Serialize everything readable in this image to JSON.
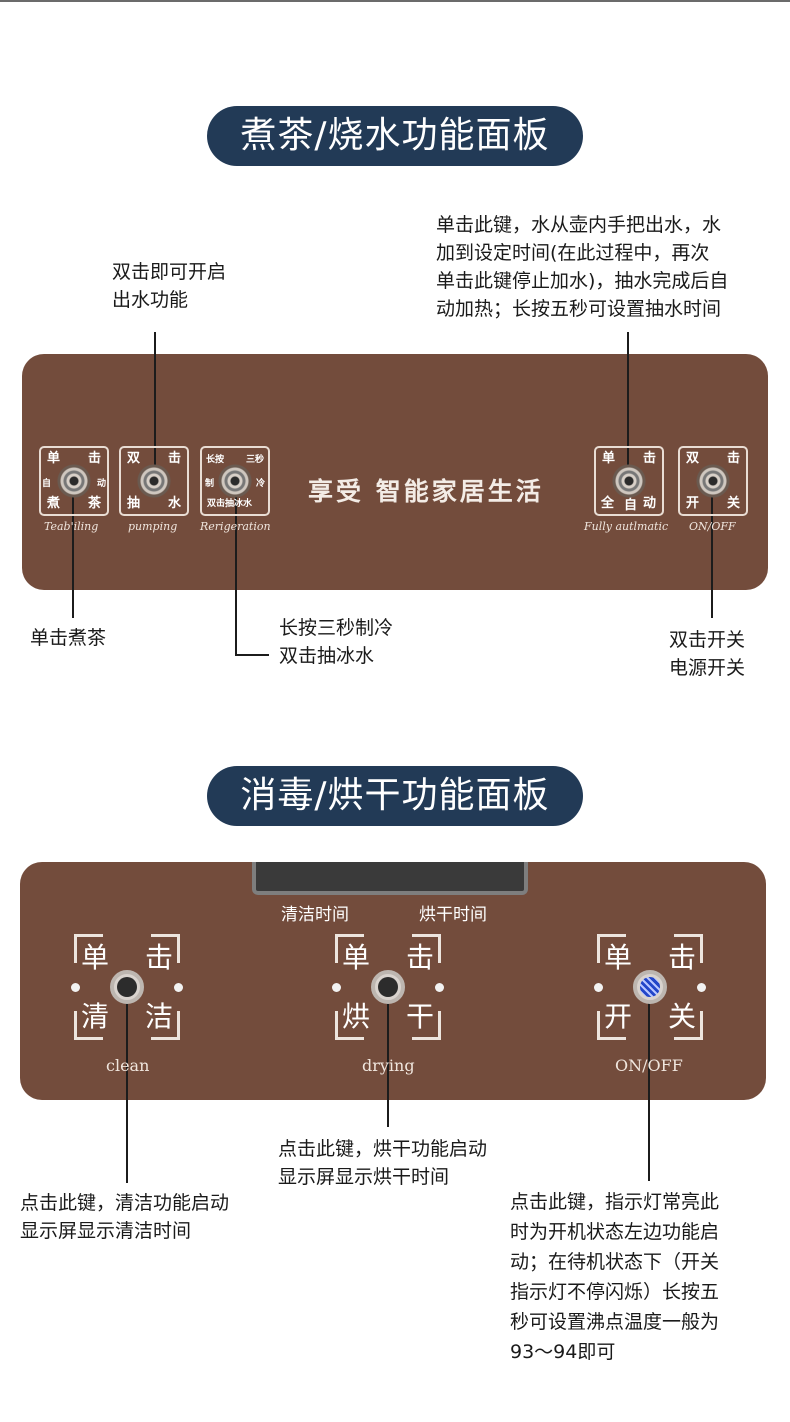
{
  "panel1": {
    "title": "煮茶/烧水功能面板",
    "brand": "享受 智能家居生活",
    "buttons": [
      {
        "tl": "单",
        "tr": "击",
        "ml": "自",
        "mr": "动",
        "bl": "煮",
        "br": "茶",
        "caption": "Teab'iling"
      },
      {
        "tl": "双",
        "tr": "击",
        "bl": "抽",
        "br": "水",
        "caption": "pumping"
      },
      {
        "tl": "长按",
        "tr": "三秒",
        "ml": "制",
        "mr": "冷",
        "bl": "双击抽冰水",
        "caption": "Rerigeration"
      },
      {
        "tl": "单",
        "tr": "击",
        "bl": "全",
        "bm": "自",
        "br": "动",
        "caption": "Fully autlmatic"
      },
      {
        "tl": "双",
        "tr": "击",
        "bl": "开",
        "br": "关",
        "caption": "ON/OFF"
      }
    ],
    "callouts": {
      "pumping": [
        "双击即可开启",
        "出水功能"
      ],
      "auto": [
        "单击此键，水从壶内手把出水，水",
        "加到设定时间(在此过程中，再次",
        "单击此键停止加水)，抽水完成后自",
        "动加热；长按五秒可设置抽水时间"
      ],
      "tea": [
        "单击煮茶"
      ],
      "cold": [
        "长按三秒制冷",
        "双击抽冰水"
      ],
      "power": [
        "双击开关",
        "电源开关"
      ]
    }
  },
  "panel2": {
    "title": "消毒/烘干功能面板",
    "display_labels": [
      "清洁时间",
      "烘干时间"
    ],
    "buttons": [
      {
        "tl": "单",
        "tr": "击",
        "bl": "清",
        "br": "洁",
        "caption": "clean"
      },
      {
        "tl": "单",
        "tr": "击",
        "bl": "烘",
        "br": "干",
        "caption": "drying"
      },
      {
        "tl": "单",
        "tr": "击",
        "bl": "开",
        "br": "关",
        "caption": "ON/OFF"
      }
    ],
    "callouts": {
      "clean": [
        "点击此键，清洁功能启动",
        "显示屏显示清洁时间"
      ],
      "drying": [
        "点击此键，烘干功能启动",
        "显示屏显示烘干时间"
      ],
      "power": [
        "点击此键，指示灯常亮此",
        "时为开机状态左边功能启",
        "动；在待机状态下（开关",
        "指示灯不停闪烁）长按五",
        "秒可设置沸点温度一般为",
        "93～94即可"
      ]
    }
  },
  "colors": {
    "panel": "#734c3c",
    "title_bg": "#223a56"
  }
}
